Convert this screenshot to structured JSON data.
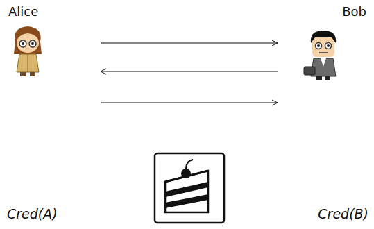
{
  "diagram": {
    "nodes": [
      {
        "text": [
          "Alice"
        ]
      },
      {
        "text": [
          "Bob"
        ]
      }
    ],
    "edges": [
      {
        "from": 0,
        "to": 1,
        "arrow": "to"
      },
      {
        "from": 1,
        "to": 0,
        "arrow": "to"
      },
      {
        "from": 0,
        "to": 1,
        "arrow": "to"
      }
    ],
    "labels": [
      "Cred(A)",
      "Cred(B)"
    ]
  }
}
